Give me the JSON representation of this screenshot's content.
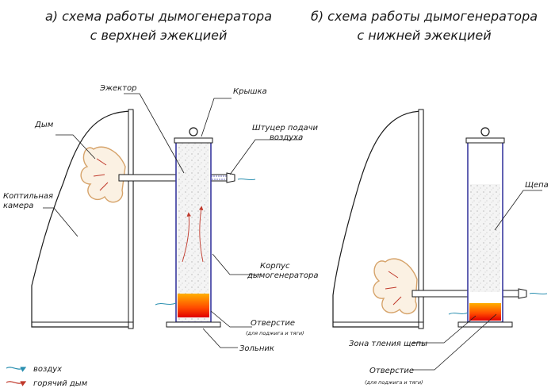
{
  "title_a": {
    "line1": "а) схема работы дымогенератора",
    "line2": "с верхней эжекцией"
  },
  "title_b": {
    "line1": "б) схема работы дымогенератора",
    "line2": "с нижней эжекцией"
  },
  "labels_a": {
    "ejector": "Эжектор",
    "lid": "Крышка",
    "smoke": "Дым",
    "air_nozzle_1": "Штуцер подачи",
    "air_nozzle_2": "воздуха",
    "chamber_1": "Коптильная",
    "chamber_2": "камера",
    "body_1": "Корпус",
    "body_2": "дымогенератора",
    "hole": "Отверстие",
    "hole_note": "(для поджига и тяги)",
    "ash": "Зольник"
  },
  "labels_b": {
    "chips": "Щепа",
    "smolder": "Зона тления щепы",
    "hole": "Отверстие",
    "hole_note": "(для поджига и тяги)"
  },
  "legend": {
    "air": "воздух",
    "hot_smoke": "горячий дым"
  },
  "colors": {
    "line": "#1a1a1a",
    "wall": "#3a3aa0",
    "air": "#2a8fb0",
    "hot": "#c0392b",
    "fire": "#ff3b00",
    "smoke": "#d6a36a"
  }
}
